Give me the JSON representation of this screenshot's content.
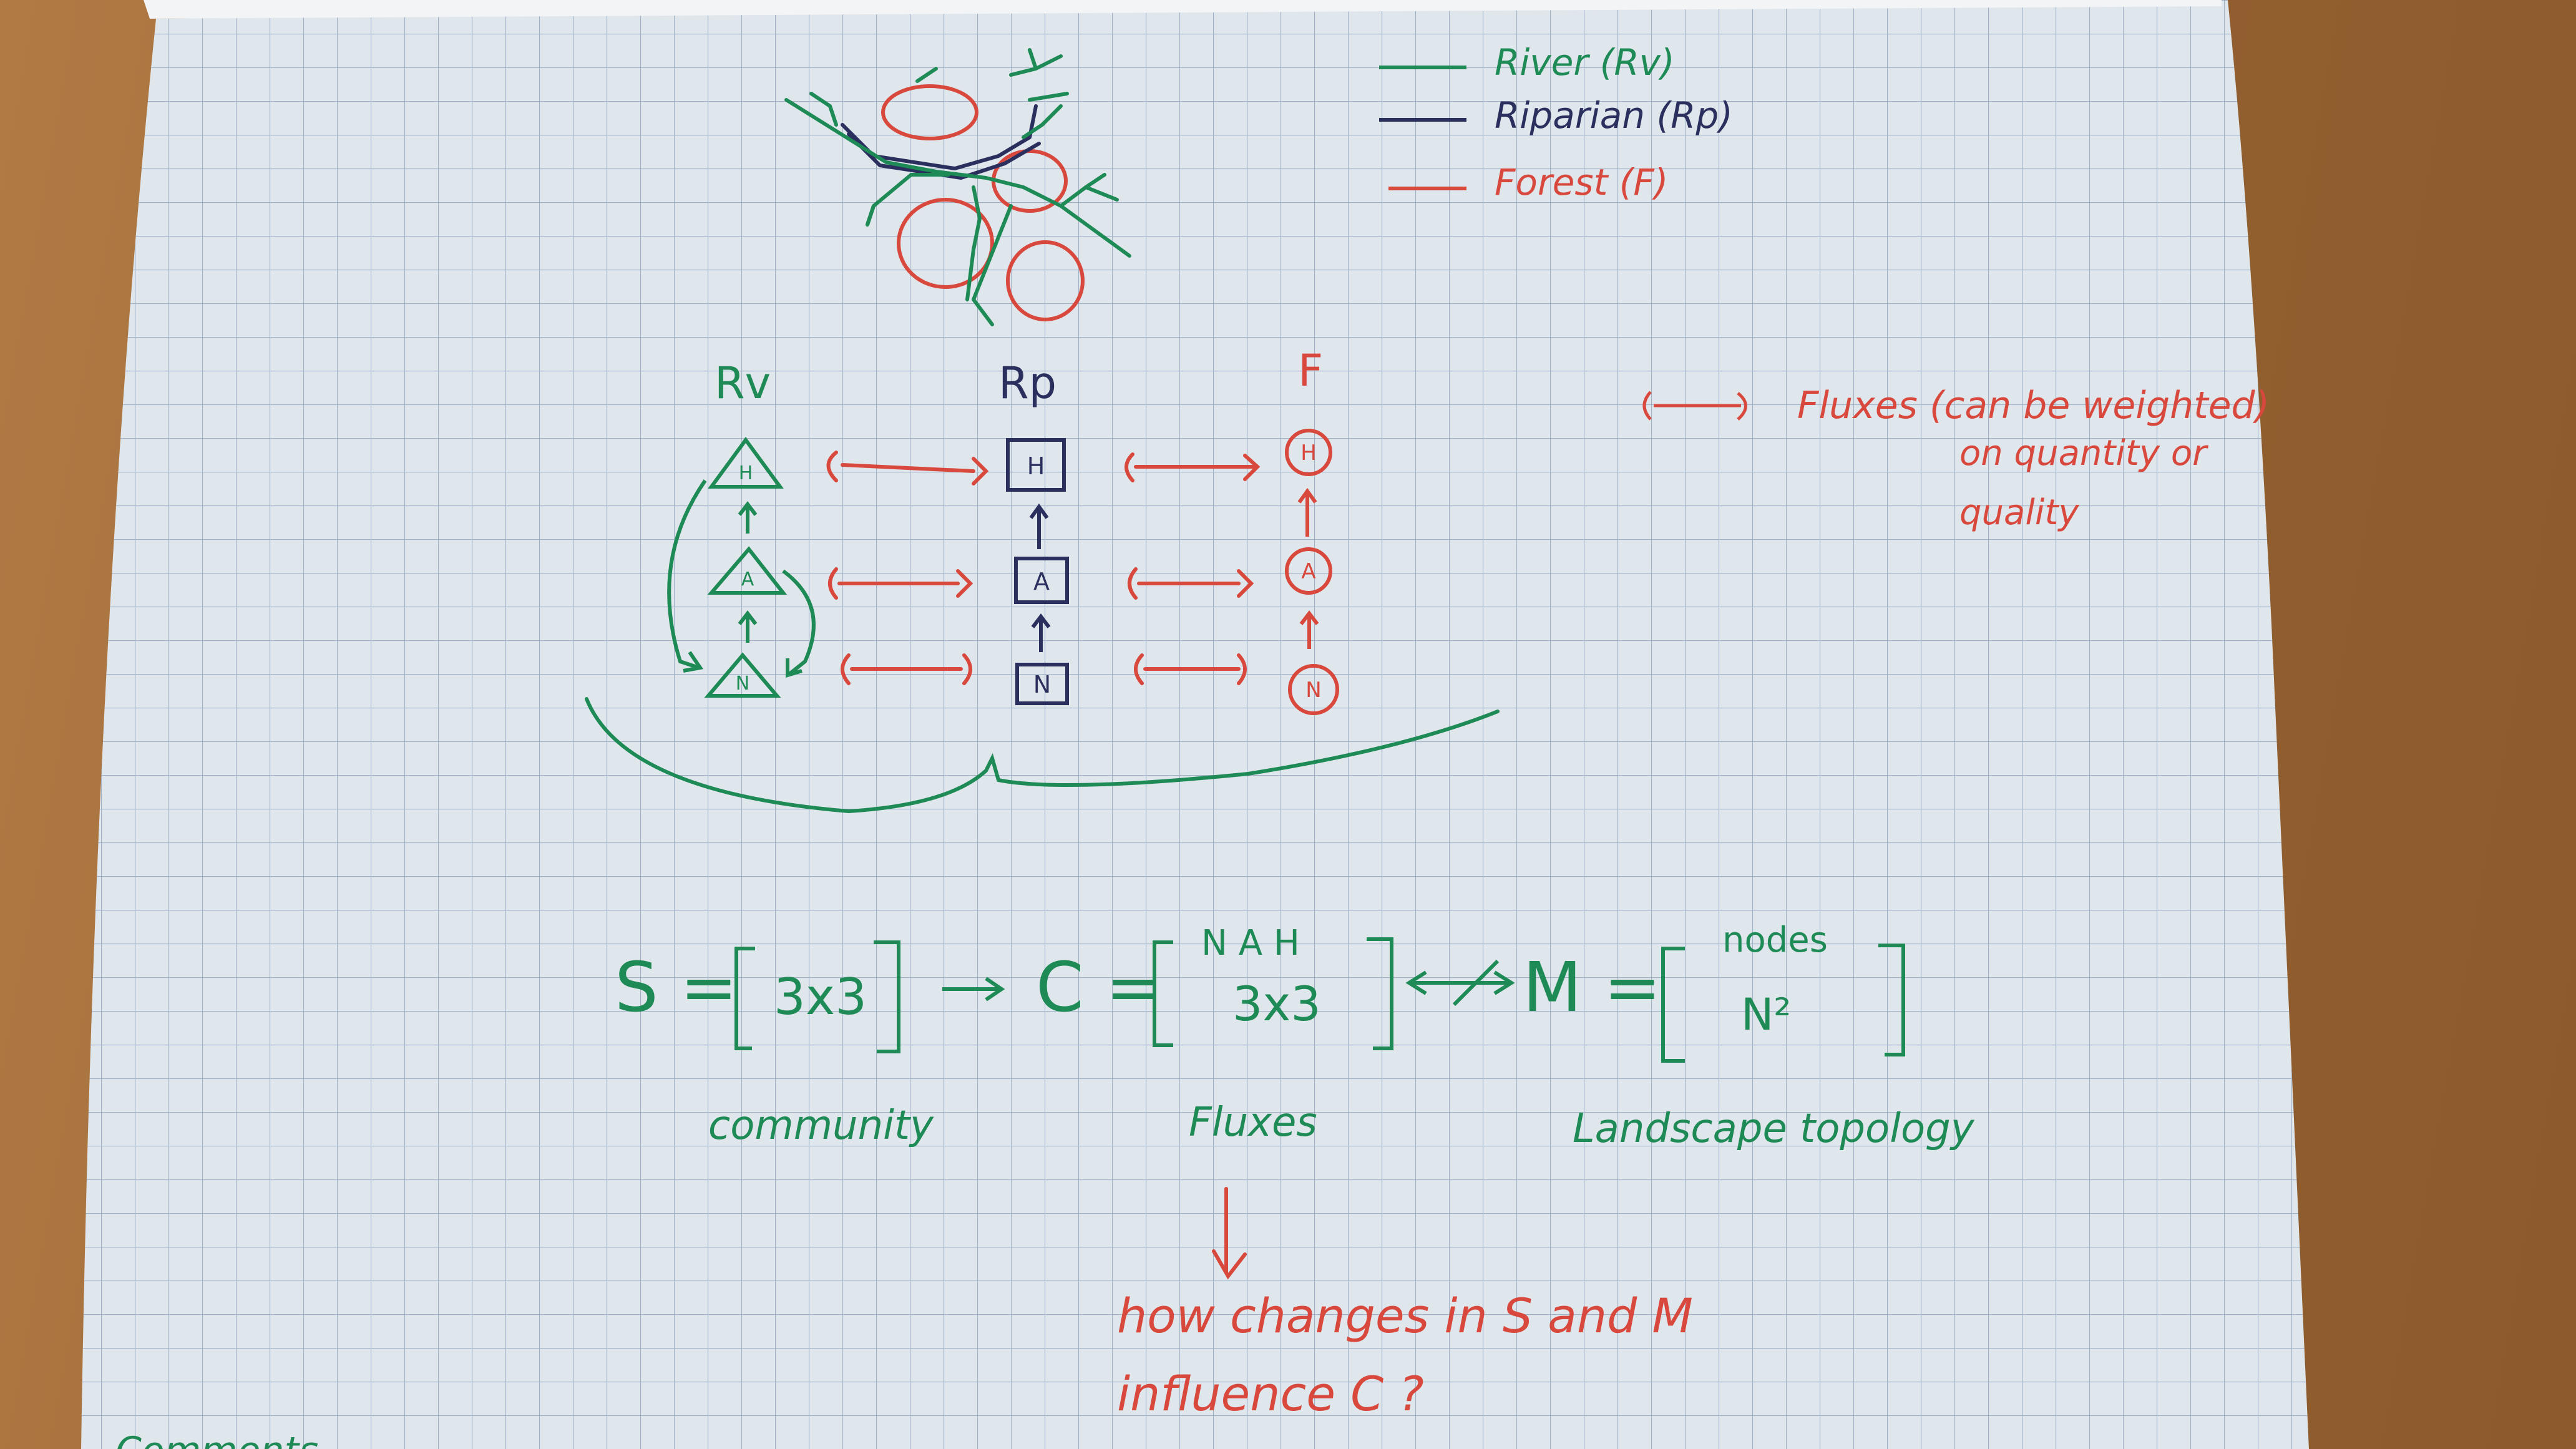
{
  "colors": {
    "green": "#1e8a55",
    "navy": "#2b2f5e",
    "red": "#d8483c",
    "paper": "#dce4ea",
    "grid": "#8a9db8"
  },
  "legend": {
    "river": "River (Rv)",
    "riparian": "Riparian (Rp)",
    "forest": "Forest (F)"
  },
  "columns": {
    "rv": "Rv",
    "rp": "Rp",
    "f": "F"
  },
  "levels": {
    "high": "H",
    "mid": "A",
    "low": "N"
  },
  "fluxes_note": {
    "line1": "Fluxes (can be weighted)",
    "line2": "on quantity or",
    "line3": "quality"
  },
  "matrices": {
    "s_label": "S =",
    "s_inner": "3x3",
    "c_label": "C =",
    "c_header": "N A H",
    "c_inner": "3x3",
    "m_label": "M =",
    "m_header": "nodes",
    "m_inner": "N²"
  },
  "captions": {
    "community": "community",
    "fluxes": "Fluxes",
    "landscape": "Landscape topology"
  },
  "question": {
    "line1": "how changes in S and M",
    "line2": "influence C ?"
  },
  "corner_text": "Comments"
}
